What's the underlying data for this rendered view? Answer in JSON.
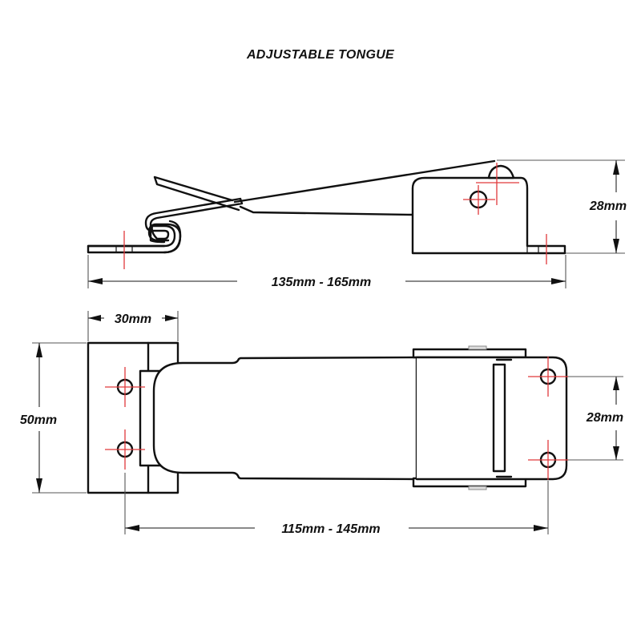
{
  "title": "ADJUSTABLE TONGUE",
  "side_view": {
    "overall_length": "135mm  -  165mm",
    "height": "28mm"
  },
  "plan_view": {
    "keeper_width": "30mm",
    "keeper_height": "50mm",
    "hole_spacing": "28mm",
    "overall_length": "115mm  -  145mm"
  },
  "colors": {
    "outline": "#111111",
    "centerline": "#e0393b",
    "background": "#ffffff"
  }
}
